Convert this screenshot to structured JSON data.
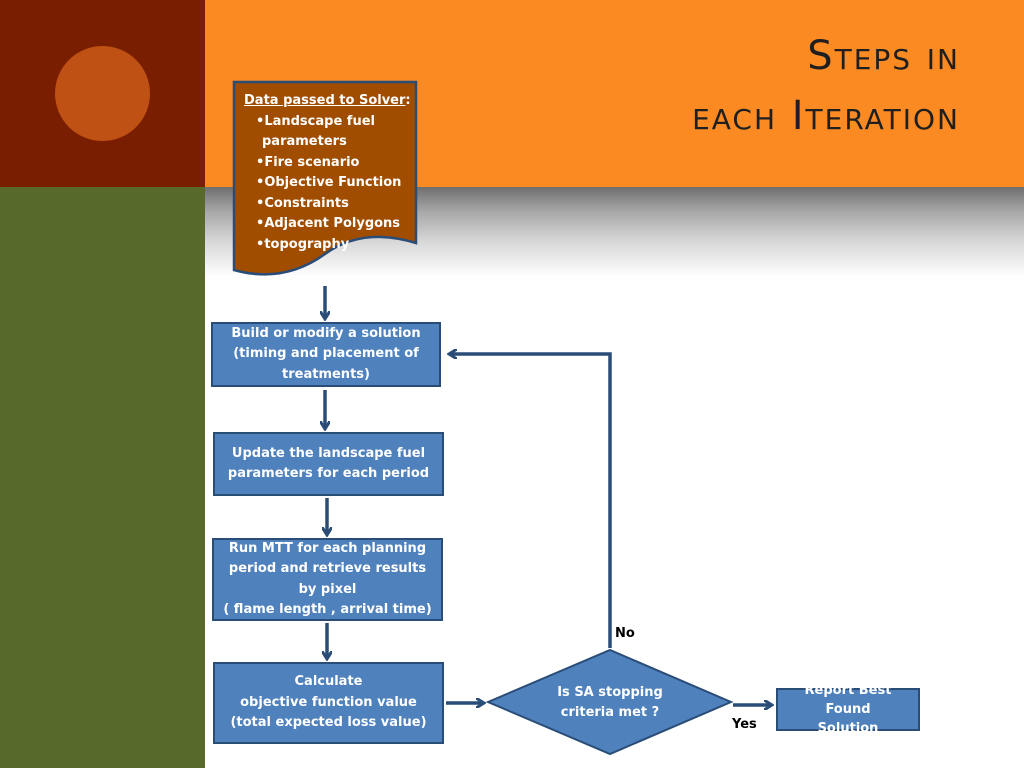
{
  "slide": {
    "title_line1": "Steps in",
    "title_line2": "each Iteration"
  },
  "theme": {
    "dark_red": "#7a1e02",
    "orange": "#fb8a23",
    "olive_green": "#576a2c",
    "circle": "#be5113",
    "box_fill": "#4f81bd",
    "box_border": "#2a4d78",
    "doc_fill": "#a04d00",
    "arrow": "#2a4d78"
  },
  "data_doc": {
    "heading": "Data passed to Solver",
    "heading_suffix": ":",
    "items": [
      "Landscape fuel parameters",
      "Fire scenario",
      "Objective Function",
      "Constraints",
      "Adjacent Polygons",
      "topography"
    ]
  },
  "steps": {
    "build": "Build or modify a solution\n(timing and placement of\ntreatments)",
    "update": "Update the landscape fuel\nparameters for each period",
    "run": "Run MTT for each planning\nperiod and retrieve results\nby pixel\n( flame length , arrival time)",
    "calc": "Calculate\nobjective function value\n(total expected loss value)"
  },
  "decision": {
    "text": "Is SA stopping\ncriteria met ?",
    "no_label": "No",
    "yes_label": "Yes"
  },
  "report": {
    "text": "Report Best Found\nSolution"
  }
}
